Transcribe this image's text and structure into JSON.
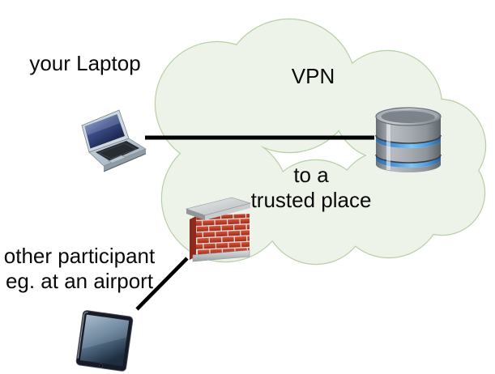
{
  "diagram": {
    "background_color": "#ffffff",
    "text_color": "#0a0a0a",
    "cloud": {
      "label": "VPN",
      "caption": {
        "line1": "to a",
        "line2": "trusted place"
      },
      "fill": "#edf3e8",
      "stroke": "#b7cfa5"
    },
    "laptop": {
      "label": "your Laptop",
      "icon": "laptop-icon"
    },
    "database": {
      "icon": "database-icon",
      "accent_color": "#4f9ade"
    },
    "firewall": {
      "icon": "firewall-icon",
      "brick_color": "#c0392b"
    },
    "tablet": {
      "label": {
        "line1": "other participant",
        "line2": "eg. at an airport"
      },
      "icon": "tablet-icon"
    },
    "connections": [
      {
        "id": "laptop-to-database",
        "from": "laptop",
        "to": "database",
        "color": "#000000"
      },
      {
        "id": "tablet-to-firewall",
        "from": "tablet",
        "to": "firewall",
        "color": "#000000"
      }
    ]
  }
}
